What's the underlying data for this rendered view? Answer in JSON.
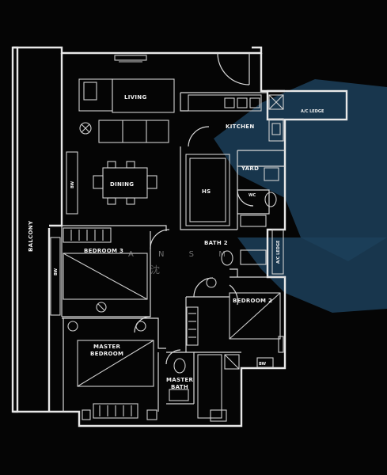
{
  "rooms": {
    "living": "LIVING",
    "dining": "DINING",
    "kitchen": "KITCHEN",
    "hs": "HS",
    "yard": "YARD",
    "wc": "WC",
    "bath2": "BATH 2",
    "bedroom3": "BEDROOM 3",
    "bedroom2": "BEDROOM 2",
    "master_bedroom_l1": "MASTER",
    "master_bedroom_l2": "BEDROOM",
    "master_bath_l1": "MASTER",
    "master_bath_l2": "BATH",
    "balcony": "BALCONY",
    "ac_ledge_top": "A/C LEDGE",
    "ac_ledge_side": "A/C LEDGE"
  },
  "labels": {
    "bw_dining": "BW",
    "bw_bedroom3": "BW",
    "bw_bedroom2": "BW"
  },
  "watermark": {
    "letters": "A N S M",
    "chinese": "沈"
  },
  "colors": {
    "background": "#050505",
    "walls": "#e8e8e8",
    "watermark_shape": "#1c3f5a"
  }
}
